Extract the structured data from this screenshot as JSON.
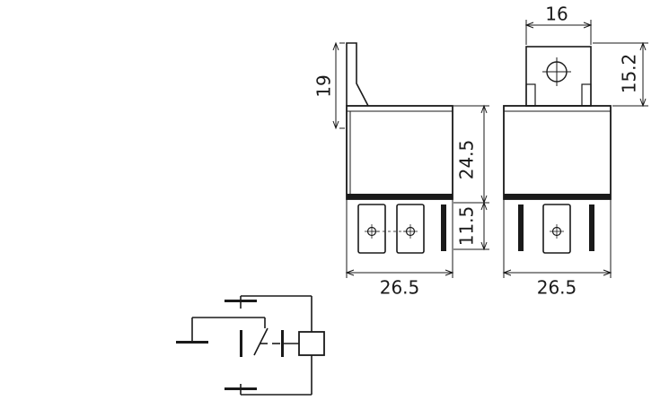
{
  "dimensions": {
    "bracket_height": "19",
    "body_height": "24.5",
    "pin_length": "11.5",
    "side_width": "26.5",
    "tab_width": "16",
    "tab_height": "15.2",
    "front_width": "26.5"
  },
  "colors": {
    "line": "#1a1a1a",
    "background": "#ffffff"
  }
}
